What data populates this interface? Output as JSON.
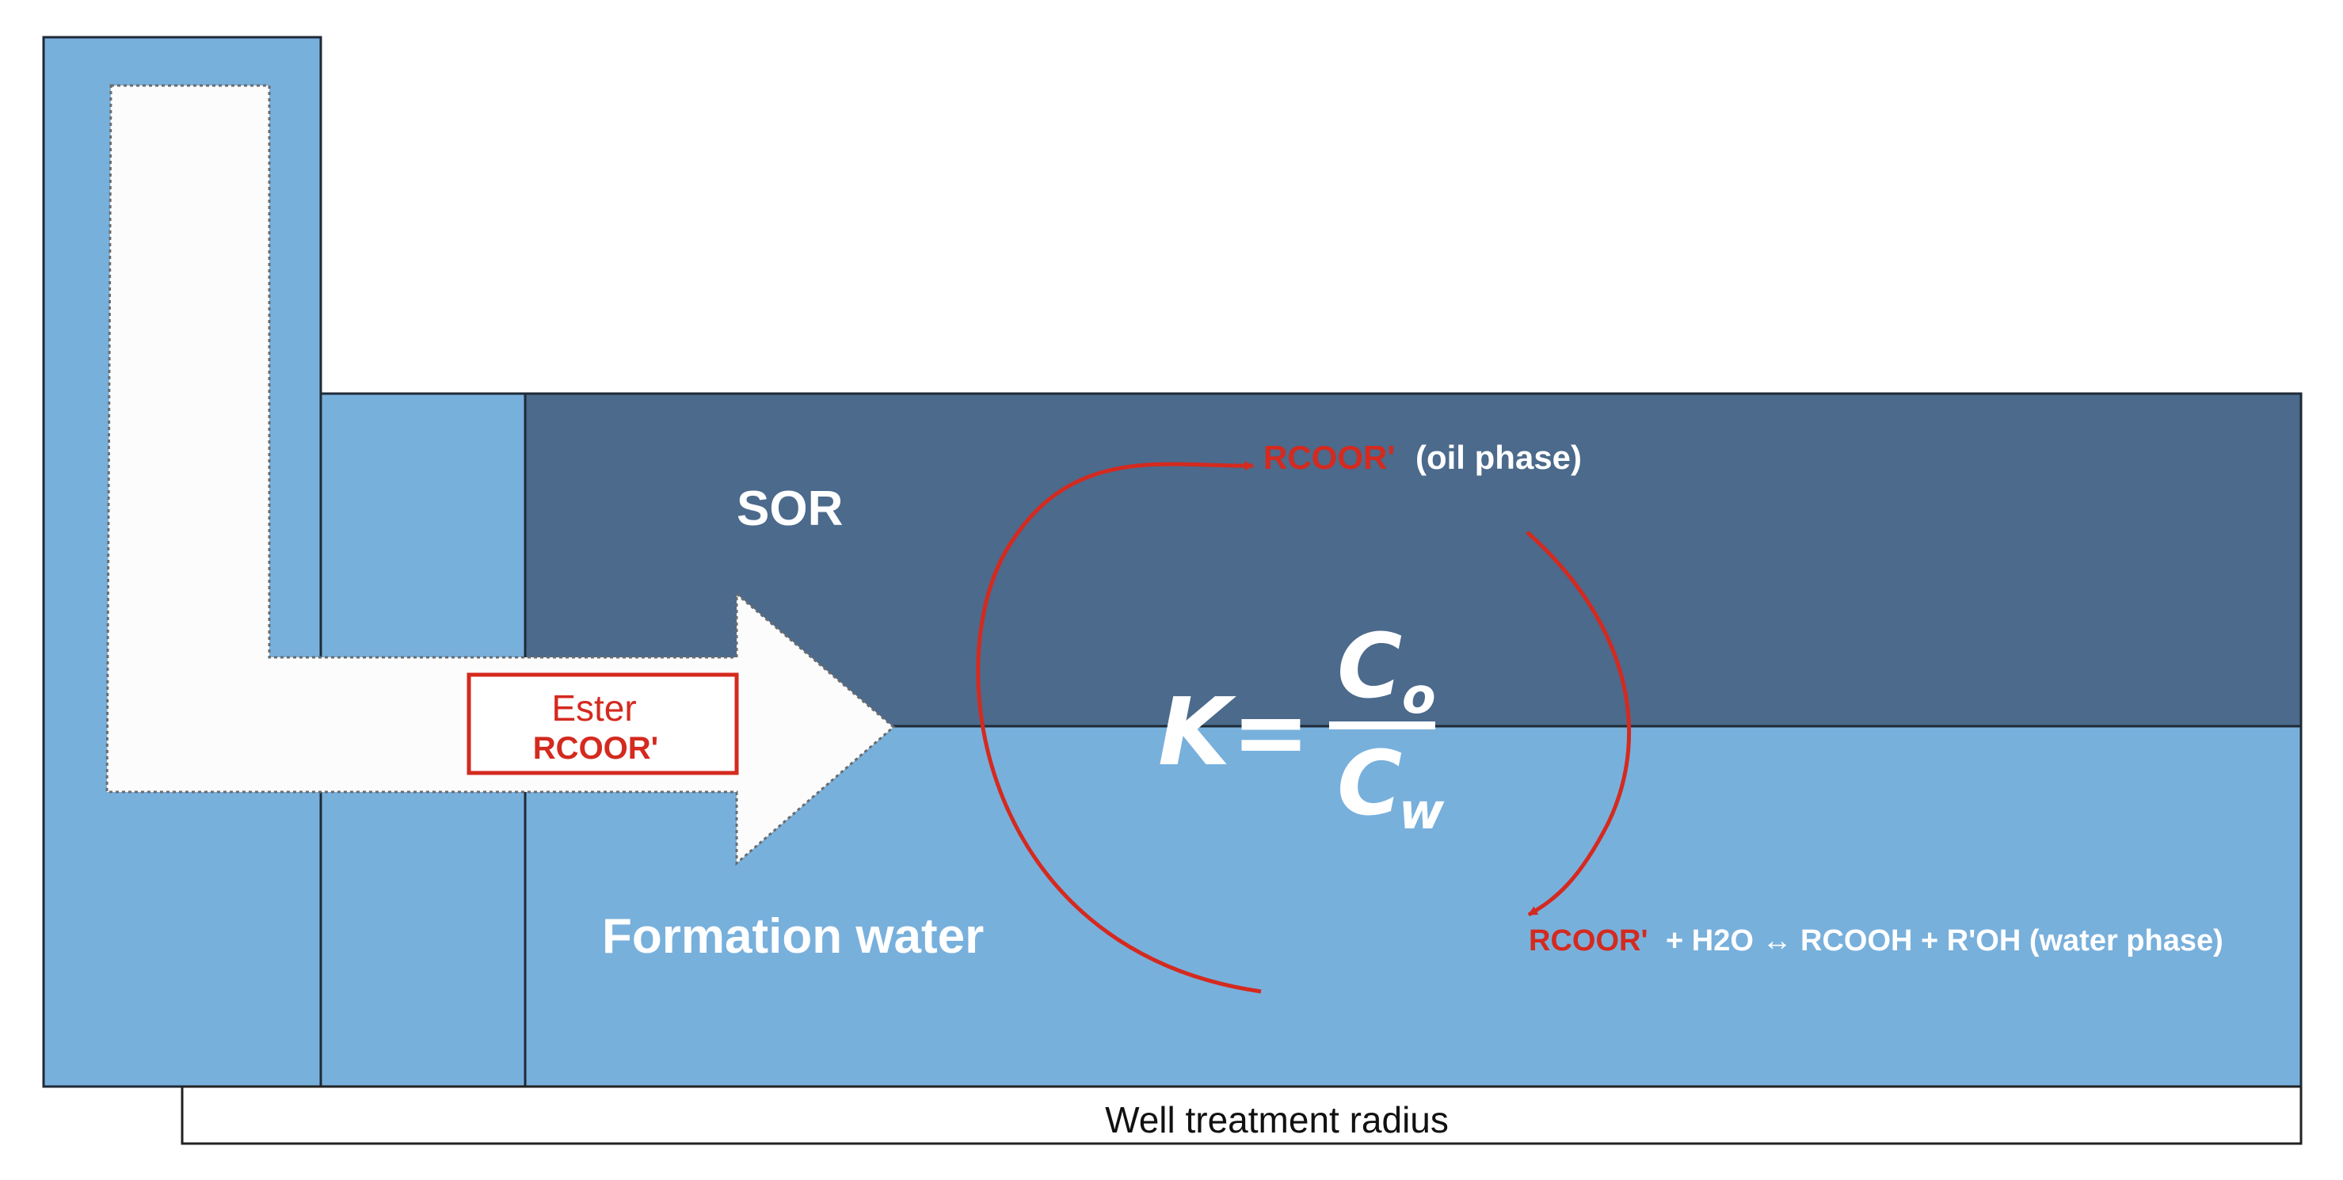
{
  "colors": {
    "water": "#78b0dc",
    "oil": "#4b6a8c",
    "arrow_fill": "#fcfcfc",
    "edge": "#1f2a36",
    "accent_red": "#d42a1f",
    "text_white": "#ffffff",
    "text_dark": "#111111"
  },
  "labels": {
    "sor": "SOR",
    "formation_water": "Formation water",
    "ester_line1": "Ester",
    "ester_line2": "RCOOR'",
    "oil_species": "RCOOR'",
    "oil_phase": "(oil phase)",
    "water_species": "RCOOR'",
    "water_reaction": "+ H2O ↔ RCOOH + R'OH (water phase)",
    "well_radius": "Well treatment radius"
  },
  "equation": {
    "lhs": "K",
    "equals": "=",
    "num_base": "C",
    "num_sub": "o",
    "den_base": "C",
    "den_sub": "w"
  }
}
